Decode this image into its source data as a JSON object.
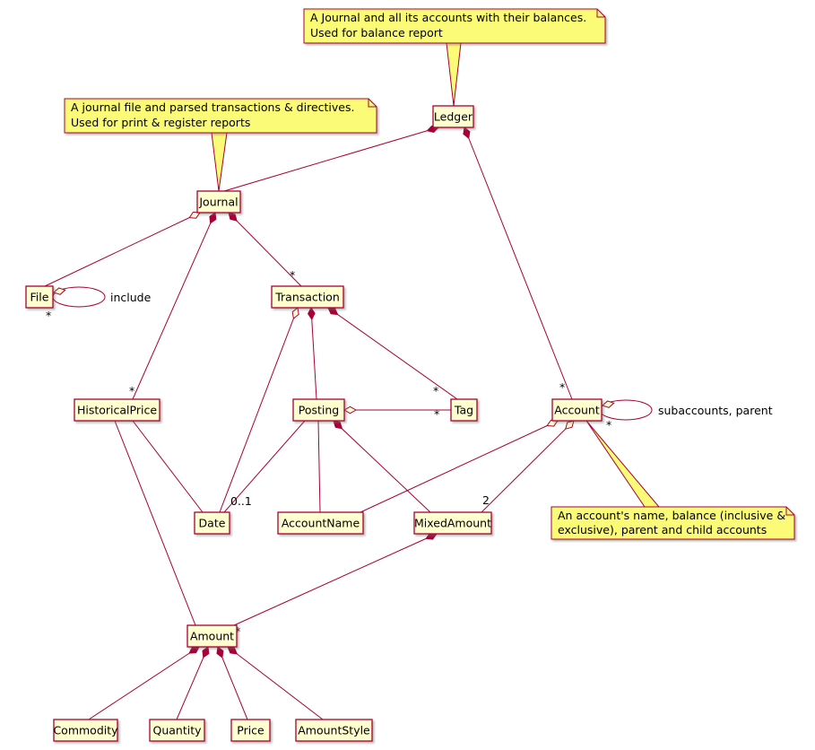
{
  "diagram": {
    "kind": "uml-class-diagram",
    "colors": {
      "border": "#A80036",
      "class_fill": "#FEFECE",
      "note_fill": "#FBFB77",
      "text": "#000000"
    },
    "nodes": {
      "ledger": {
        "label": "Ledger"
      },
      "journal": {
        "label": "Journal"
      },
      "file": {
        "label": "File"
      },
      "transaction": {
        "label": "Transaction"
      },
      "historicalprice": {
        "label": "HistoricalPrice"
      },
      "posting": {
        "label": "Posting"
      },
      "tag": {
        "label": "Tag"
      },
      "account": {
        "label": "Account"
      },
      "date": {
        "label": "Date"
      },
      "accountname": {
        "label": "AccountName"
      },
      "mixedamount": {
        "label": "MixedAmount"
      },
      "amount": {
        "label": "Amount"
      },
      "commodity": {
        "label": "Commodity"
      },
      "quantity": {
        "label": "Quantity"
      },
      "price": {
        "label": "Price"
      },
      "amountstyle": {
        "label": "AmountStyle"
      }
    },
    "notes": [
      {
        "id": "note-ledger",
        "lines": [
          "A Journal and all its accounts with their balances.",
          "Used for balance report"
        ]
      },
      {
        "id": "note-journal",
        "lines": [
          "A journal file and parsed transactions & directives.",
          "Used for print & register reports"
        ]
      },
      {
        "id": "note-account",
        "lines": [
          "An account's name, balance (inclusive &",
          "exclusive), parent and child accounts"
        ]
      }
    ],
    "edge_labels": {
      "ledger_account": "*",
      "journal_transaction": "*",
      "journal_historicalprice": "*",
      "transaction_tag": "*",
      "posting_tag": "*",
      "posting_date": "0..1",
      "account_mixedamount": "2",
      "mixedamount_amount": "*",
      "file_loop_mult": "*",
      "file_loop_label": "include",
      "account_loop_mult": "*",
      "account_loop_label": "subaccounts, parent"
    }
  }
}
